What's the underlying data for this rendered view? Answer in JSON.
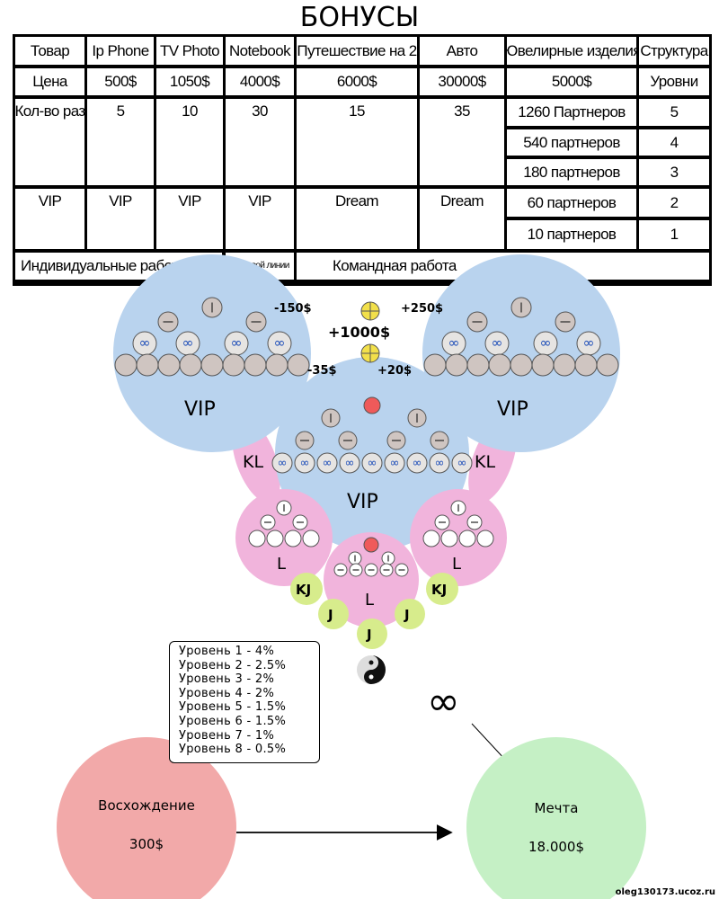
{
  "title": "БОНУСЫ",
  "table": {
    "header": [
      "Товар",
      "Ip Phone",
      "TV Photo",
      "Notebook",
      "Путешествие на 2",
      "Авто",
      "Ювелирные изделия",
      "Структура"
    ],
    "price": [
      "Цена",
      "500$",
      "1050$",
      "4000$",
      "6000$",
      "30000$",
      "5000$",
      "Уровни"
    ],
    "times": [
      "Кол-во раз",
      "5",
      "10",
      "30",
      "15",
      "35"
    ],
    "status": [
      "VIP",
      "VIP",
      "VIP",
      "VIP",
      "Dream",
      "Dream"
    ],
    "partners": [
      "1260 Партнеров",
      "540 партнеров",
      "180 партнеров",
      "60 партнеров",
      "10 партнеров"
    ],
    "levels": [
      "5",
      "4",
      "3",
      "2",
      "1"
    ],
    "footer_individual": "Индивидуальные работы \"VIP\"",
    "footer_first_line": "С первой линии",
    "footer_team": "Командная работа"
  },
  "diagram": {
    "vip_label": "VIP",
    "kl_label": "KL",
    "l_label": "L",
    "kj_label": "KJ",
    "j_label": "J",
    "bonus_minus150": "-150$",
    "bonus_plus250": "+250$",
    "bonus_plus1000": "+1000$",
    "bonus_minus35": "-35$",
    "bonus_plus20": "+20$",
    "infinity": "∞",
    "colors": {
      "blue": "#b9d3ee",
      "pink": "#f1b4dc",
      "green": "#d7ec8c",
      "lightgreen": "#c5f0c5",
      "salmon": "#f2a9a9",
      "yellow": "#f2e04a",
      "red": "#ef5a5a",
      "grey": "#cfc5c1"
    }
  },
  "level_list": [
    "Уровень 1 - 4%",
    "Уровень 2 - 2.5%",
    "Уровень 3 - 2%",
    "Уровень 4 - 2%",
    "Уровень 5 - 1.5%",
    "Уровень 6 - 1.5%",
    "Уровень 7 - 1%",
    "Уровень 8 - 0.5%"
  ],
  "ascent": {
    "label": "Восхождение",
    "value": "300$"
  },
  "dream": {
    "label": "Мечта",
    "value": "18.000$"
  },
  "watermark": "oleg130173.ucoz.ru"
}
